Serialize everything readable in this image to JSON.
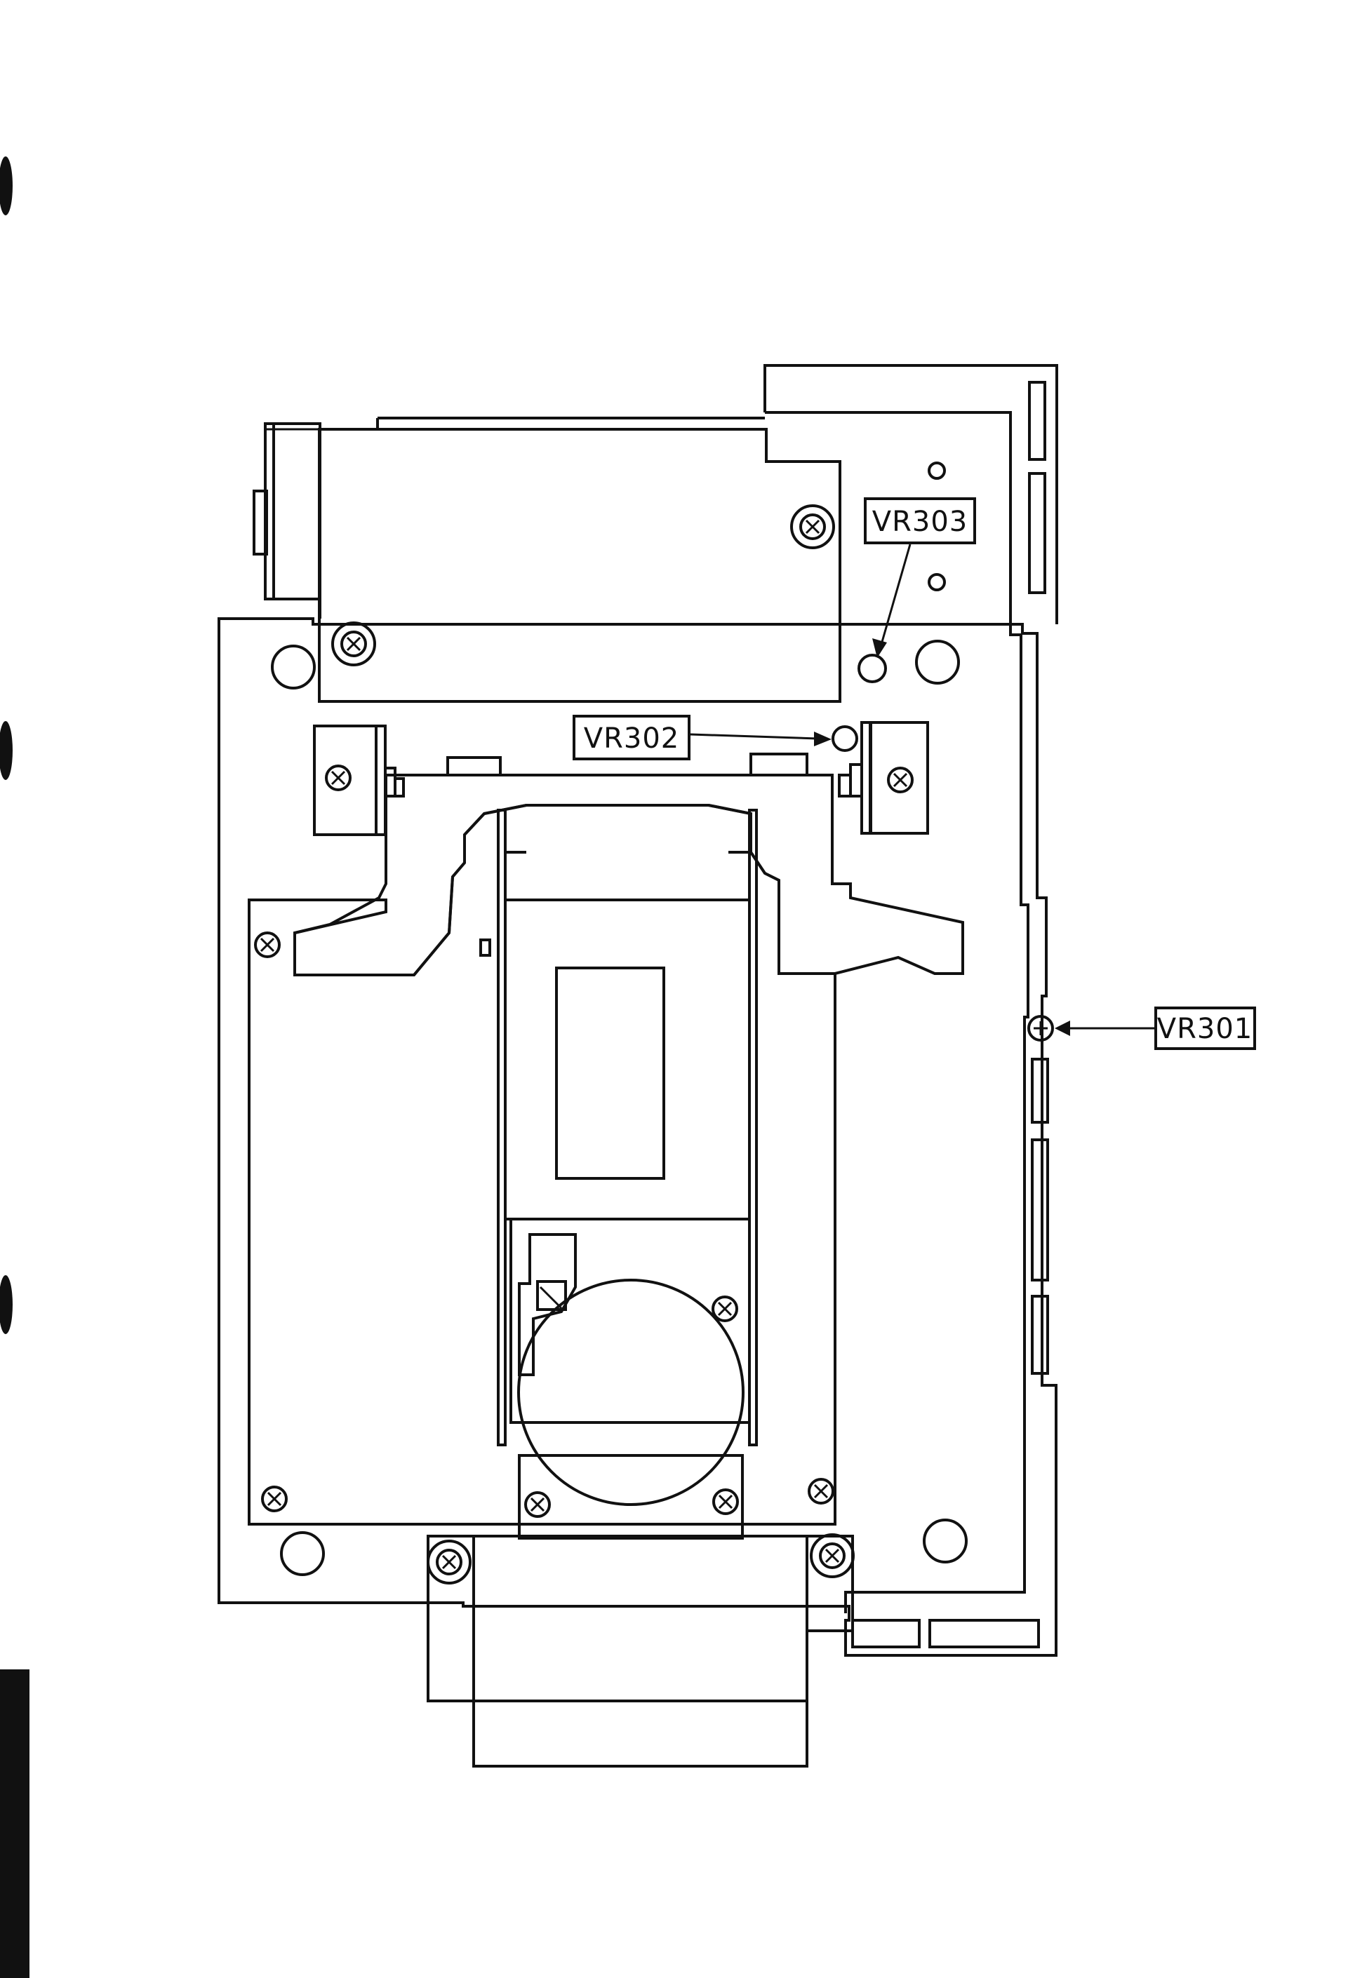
{
  "labels": {
    "vr303": "VR303",
    "vr302": "VR302",
    "vr301": "VR301"
  },
  "icons": {
    "screw": "screw-cross-icon",
    "adjust": "potentiometer-icon"
  }
}
